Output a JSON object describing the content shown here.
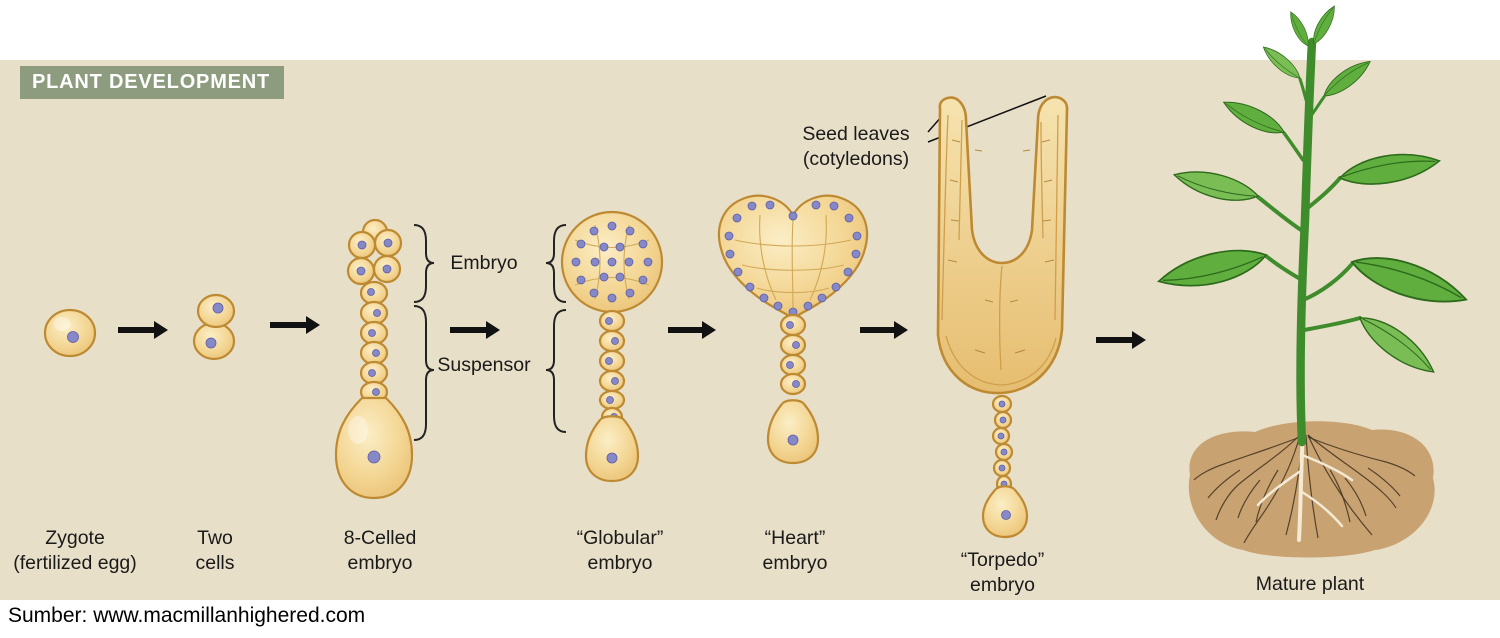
{
  "title": "PLANT DEVELOPMENT",
  "source": "Sumber: www.macmillanhighered.com",
  "annotations": {
    "embryo": "Embryo",
    "suspensor": "Suspensor",
    "seed_leaves_line1": "Seed leaves",
    "seed_leaves_line2": "(cotyledons)"
  },
  "stages": [
    {
      "line1": "Zygote",
      "line2": "(fertilized egg)"
    },
    {
      "line1": "Two",
      "line2": "cells"
    },
    {
      "line1": "8-Celled",
      "line2": "embryo"
    },
    {
      "line1": "“Globular”",
      "line2": "embryo"
    },
    {
      "line1": "“Heart”",
      "line2": "embryo"
    },
    {
      "line1": "“Torpedo”",
      "line2": "embryo"
    },
    {
      "line1": "Mature plant",
      "line2": ""
    }
  ],
  "colors": {
    "bg-beige": "#e8dfc8",
    "title-bg": "#8d9c7e",
    "cell-fill": "#f3d592",
    "cell-stroke": "#bd8a32",
    "nucleus": "#8688c8",
    "leaf-green": "#5fae3e",
    "soil": "#c9a271",
    "arrow": "#111111",
    "text": "#1a1a1a"
  }
}
